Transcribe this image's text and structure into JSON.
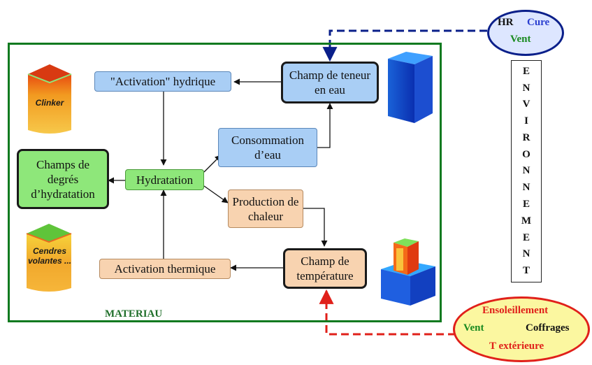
{
  "materiau_label": "MATERIAU",
  "boxes": {
    "activation_hydrique": "\"Activation\" hydrique",
    "champ_teneur_eau": "Champ de teneur en eau",
    "consommation_eau": "Consommation d’eau",
    "champs_degres_hydratation": "Champs de degrés d’hydratation",
    "hydratation": "Hydratation",
    "production_chaleur": "Production de chaleur",
    "champ_temperature": "Champ de température",
    "activation_thermique": "Activation thermique"
  },
  "materials": {
    "clinker": "Clinker",
    "cendres_volantes": "Cendres volantes ..."
  },
  "environnement": {
    "letters": [
      "E",
      "N",
      "V",
      "I",
      "R",
      "O",
      "N",
      "N",
      "E",
      "M",
      "E",
      "N",
      "T"
    ]
  },
  "top_ellipse": {
    "hr": "HR",
    "cure": "Cure",
    "vent": "Vent"
  },
  "bottom_ellipse": {
    "ensoleillement": "Ensoleillement",
    "vent": "Vent",
    "coffrages": "Coffrages",
    "t_exterieure": "T extérieure"
  },
  "colors": {
    "frame_green": "#0f7a1f",
    "blue_box": "#a9cef5",
    "orange_box": "#f8d3b0",
    "green_box": "#8ee77a",
    "top_dashed": "#0a1f8a",
    "bottom_dashed": "#e0201a"
  }
}
